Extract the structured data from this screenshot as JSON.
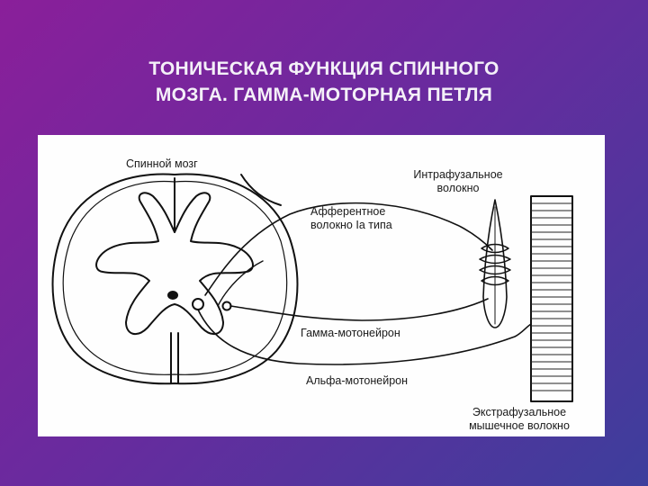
{
  "slide": {
    "title_line1": "ТОНИЧЕСКАЯ ФУНКЦИЯ СПИННОГО",
    "title_line2": "МОЗГА. ГАММА-МОТОРНАЯ ПЕТЛЯ"
  },
  "diagram": {
    "labels": {
      "spinal_cord": "Спинной мозг",
      "intrafusal_line1": "Интрафузальное",
      "intrafusal_line2": "волокно",
      "afferent_line1": "Афферентное",
      "afferent_line2": "волокно Ia типа",
      "gamma_motoneuron": "Гамма-мотонейрон",
      "alpha_motoneuron": "Альфа-мотонейрон",
      "extrafusal_line1": "Экстрафузальное",
      "extrafusal_line2": "мышечное волокно"
    }
  }
}
